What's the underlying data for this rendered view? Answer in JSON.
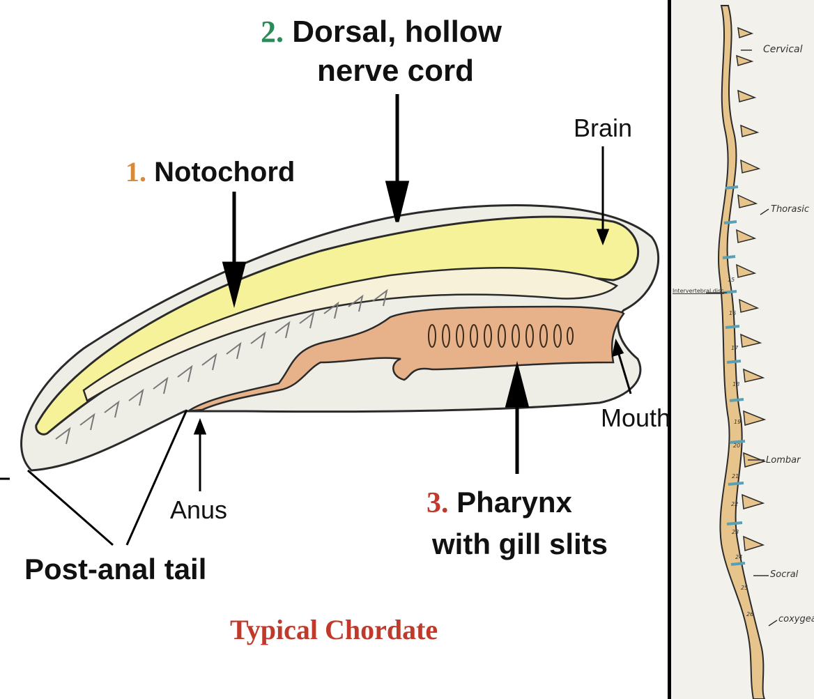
{
  "diagram": {
    "labels": {
      "nerve_cord_num": "2.",
      "nerve_cord_line1": "Dorsal, hollow",
      "nerve_cord_line2": "nerve cord",
      "notochord_num": "1.",
      "notochord": "Notochord",
      "brain": "Brain",
      "mouth": "Mouth",
      "anus": "Anus",
      "pharynx_num": "3.",
      "pharynx_line1": "Pharynx",
      "pharynx_line2": "with gill slits",
      "tail": "Post-anal tail"
    },
    "caption": "Typical Chordate",
    "colors": {
      "nerve_cord": "#f5f29a",
      "pharynx": "#e7b189",
      "body": "#eeede6",
      "num_2": "#2a8c5a",
      "num_1": "#d68a3c",
      "num_3": "#c0392b",
      "caption": "#c0392b"
    }
  },
  "spine": {
    "labels": {
      "cervical": "Cervical",
      "thoracic": "Thorasic",
      "disc": "Intervertebral disc",
      "lumbar": "Lombar",
      "sacral": "Socral",
      "coccygeal": "coxygea"
    },
    "vertebra_numbers": [
      "15",
      "16",
      "17",
      "18",
      "19",
      "20",
      "21",
      "22",
      "23",
      "24",
      "25",
      "26"
    ],
    "colors": {
      "bone": "#e7c48b",
      "disc": "#5aa0b4",
      "outline": "#2a2a2a"
    }
  }
}
